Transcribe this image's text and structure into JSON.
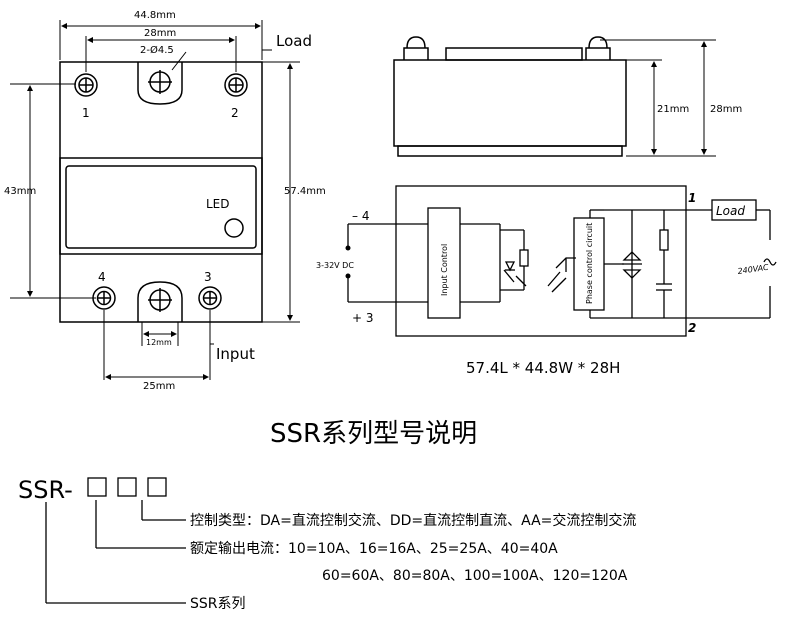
{
  "dimensions": {
    "width": "44.8mm",
    "hole_spacing": "28mm",
    "hole_dia": "2-Ø4.5",
    "left_height": "43mm",
    "height": "57.4mm",
    "bottom_gap": "12mm",
    "bottom_spacing": "25mm",
    "side_21": "21mm",
    "side_28": "28mm"
  },
  "front_labels": {
    "load": "Load",
    "input": "Input",
    "led": "LED",
    "t1": "1",
    "t2": "2",
    "t3": "3",
    "t4": "4"
  },
  "schematic": {
    "minus4": "– 4",
    "plus3": "+ 3",
    "dc_range": "3-32V DC",
    "input_control": "Input Control",
    "phase_control": "Phase control circuit",
    "load_box": "Load",
    "vac": "240VAC",
    "term1": "1",
    "term2": "2"
  },
  "size_caption": "57.4L * 44.8W * 28H",
  "model_title": "SSR系列型号说明",
  "model_code": {
    "prefix": "SSR-",
    "box": "□"
  },
  "legend": {
    "control_type": "控制类型：DA=直流控制交流、DD=直流控制直流、AA=交流控制交流",
    "current_line1": "额定输出电流：10=10A、16=16A、25=25A、40=40A",
    "current_line2": "60=60A、80=80A、100=100A、120=120A",
    "series": "SSR系列"
  }
}
